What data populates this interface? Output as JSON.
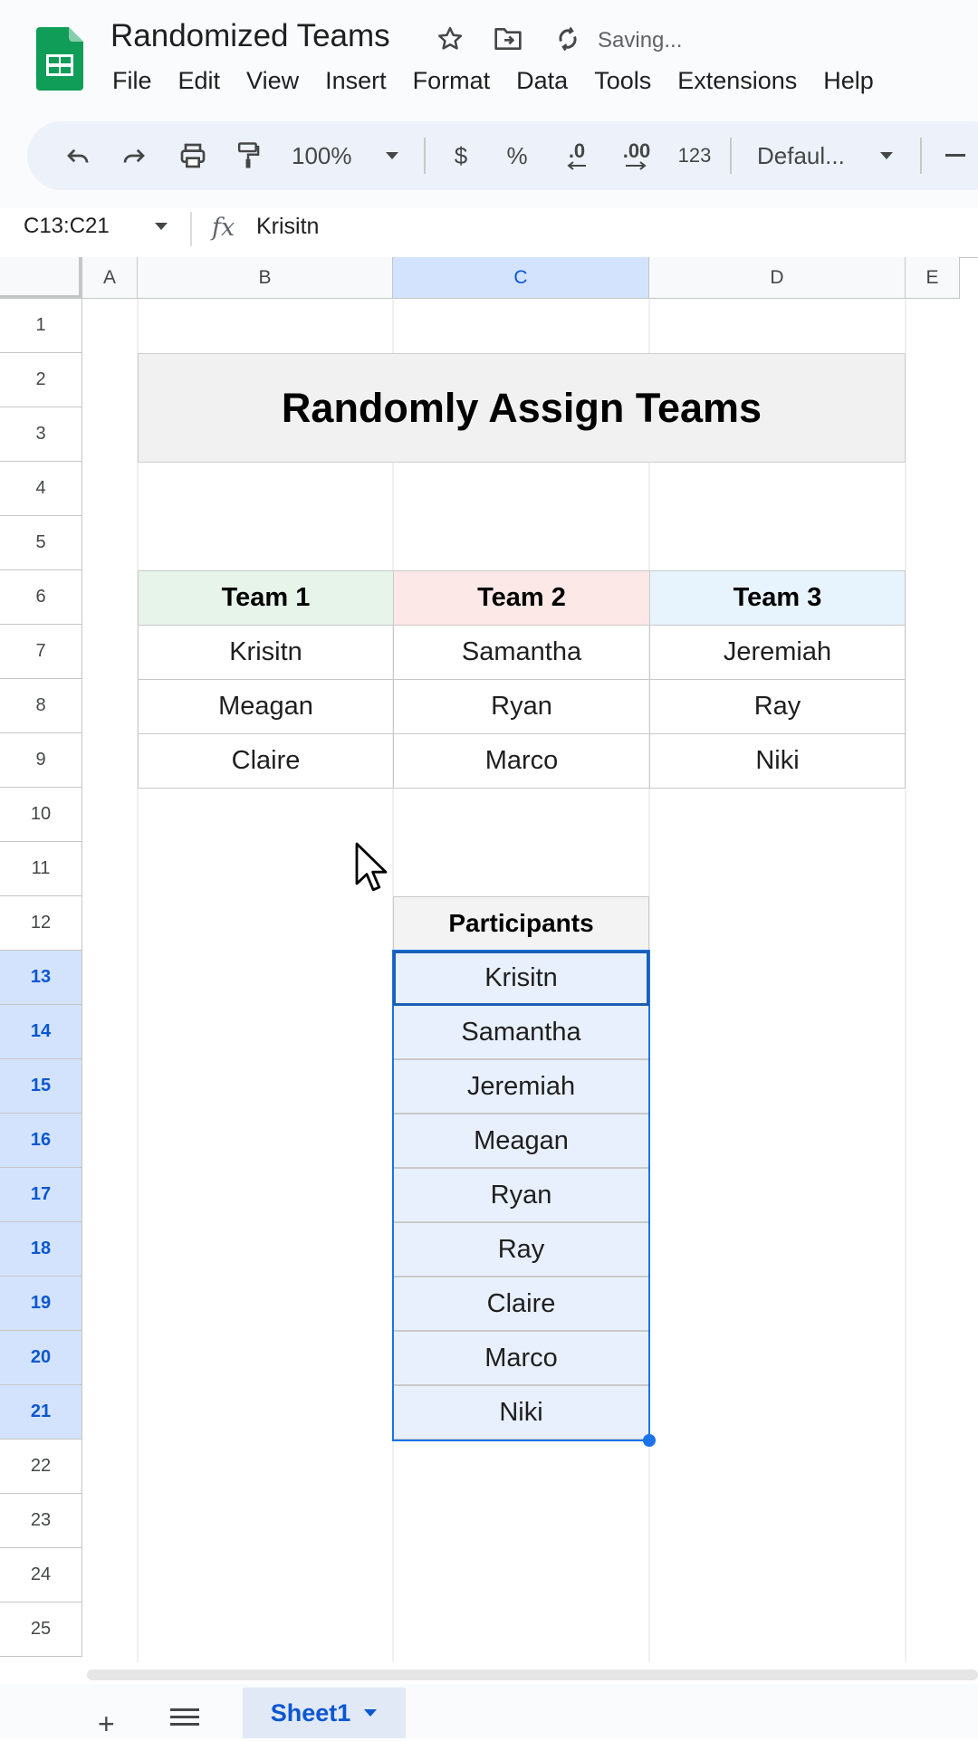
{
  "app": {
    "doc_title": "Randomized Teams",
    "status": "Saving...",
    "brand_color": "#0f9d58"
  },
  "menu": [
    "File",
    "Edit",
    "View",
    "Insert",
    "Format",
    "Data",
    "Tools",
    "Extensions",
    "Help"
  ],
  "toolbar": {
    "zoom": "100%",
    "currency": "$",
    "percent": "%",
    "decrease_decimal": ".0",
    "increase_decimal": ".00",
    "number_format": "123",
    "font": "Defaul...",
    "icons": [
      "undo-icon",
      "redo-icon",
      "print-icon",
      "paint-format-icon"
    ]
  },
  "formula_bar": {
    "name_box": "C13:C21",
    "fx": "fx",
    "value": "Krisitn"
  },
  "columns": [
    "A",
    "B",
    "C",
    "D",
    "E"
  ],
  "selected_column": "C",
  "rows": [
    "1",
    "2",
    "3",
    "4",
    "5",
    "6",
    "7",
    "8",
    "9",
    "10",
    "11",
    "12",
    "13",
    "14",
    "15",
    "16",
    "17",
    "18",
    "19",
    "20",
    "21",
    "22",
    "23",
    "24",
    "25"
  ],
  "selected_rows": [
    "13",
    "14",
    "15",
    "16",
    "17",
    "18",
    "19",
    "20",
    "21"
  ],
  "sheet": {
    "title": "Randomly Assign Teams",
    "teams": {
      "headers": [
        "Team 1",
        "Team 2",
        "Team 3"
      ],
      "header_colors": [
        "#e6f4ea",
        "#fce8e6",
        "#e8f4fd"
      ],
      "rows": [
        [
          "Krisitn",
          "Samantha",
          "Jeremiah"
        ],
        [
          "Meagan",
          "Ryan",
          "Ray"
        ],
        [
          "Claire",
          "Marco",
          "Niki"
        ]
      ]
    },
    "participants": {
      "header": "Participants",
      "names": [
        "Krisitn",
        "Samantha",
        "Jeremiah",
        "Meagan",
        "Ryan",
        "Ray",
        "Claire",
        "Marco",
        "Niki"
      ]
    }
  },
  "bottom": {
    "sheet_tab": "Sheet1",
    "add_sheet": "+"
  }
}
